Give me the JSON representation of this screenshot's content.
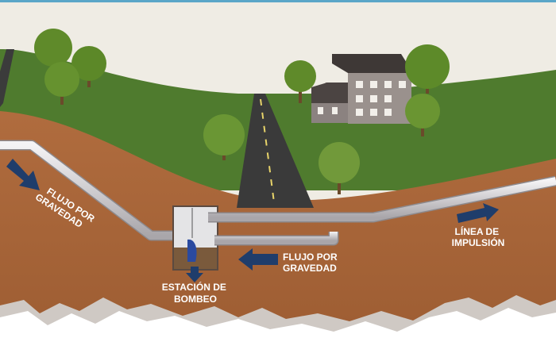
{
  "labels": {
    "gravity_flow_left": {
      "line1": "FLUJO POR",
      "line2": "GRAVEDAD"
    },
    "gravity_flow_right": {
      "line1": "FLUJO POR",
      "line2": "GRAVEDAD"
    },
    "pump_station": {
      "line1": "ESTACIÓN DE",
      "line2": "BOMBEO"
    },
    "force_main": {
      "line1": "LÍNEA DE",
      "line2": "IMPULSIÓN"
    }
  },
  "colors": {
    "sky": "#efece4",
    "grass": "#4e7a2d",
    "soil": "#ad6a3e",
    "pipe": "#d6d4d6",
    "arrow": "#1f3d6b",
    "road": "#3b3b3b"
  }
}
